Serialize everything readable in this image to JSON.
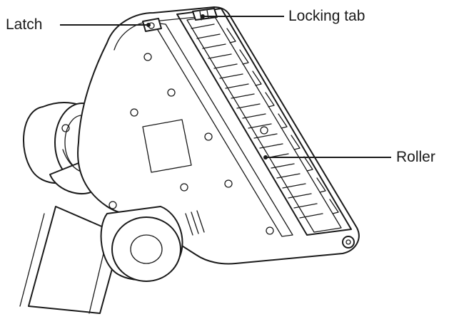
{
  "labels": {
    "latch": "Latch",
    "locking_tab": "Locking tab",
    "roller": "Roller"
  },
  "colors": {
    "ink": "#1a1a1a",
    "background": "#ffffff"
  }
}
